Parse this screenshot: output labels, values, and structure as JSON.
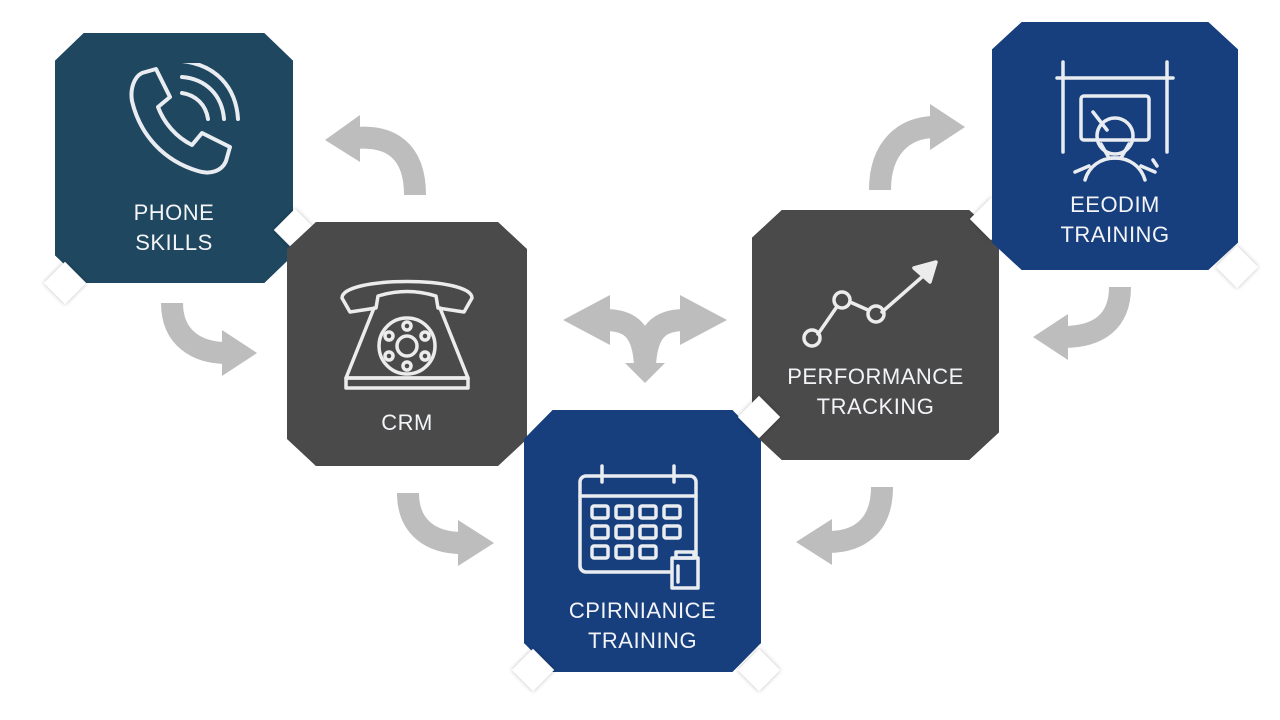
{
  "colors": {
    "navy": "#1f4760",
    "blue": "#183f7d",
    "charcoal": "#4a4a4a",
    "arrow": "#bfbfbf"
  },
  "tiles": [
    {
      "id": "phone",
      "icon": "phone-waves-icon",
      "lines": [
        "PHONE",
        "SKILLS"
      ]
    },
    {
      "id": "crm",
      "icon": "rotary-telephone-icon",
      "lines": [
        "CRM"
      ]
    },
    {
      "id": "sched",
      "icon": "calendar-icon",
      "lines": [
        "CPIRNIANICE",
        "TRAINING"
      ]
    },
    {
      "id": "perf",
      "icon": "trend-line-icon",
      "lines": [
        "PERFORMANCE",
        "TRACKING"
      ]
    },
    {
      "id": "edu",
      "icon": "presenter-screen-icon",
      "lines": [
        "EEODIM",
        "TRAINING"
      ]
    }
  ]
}
